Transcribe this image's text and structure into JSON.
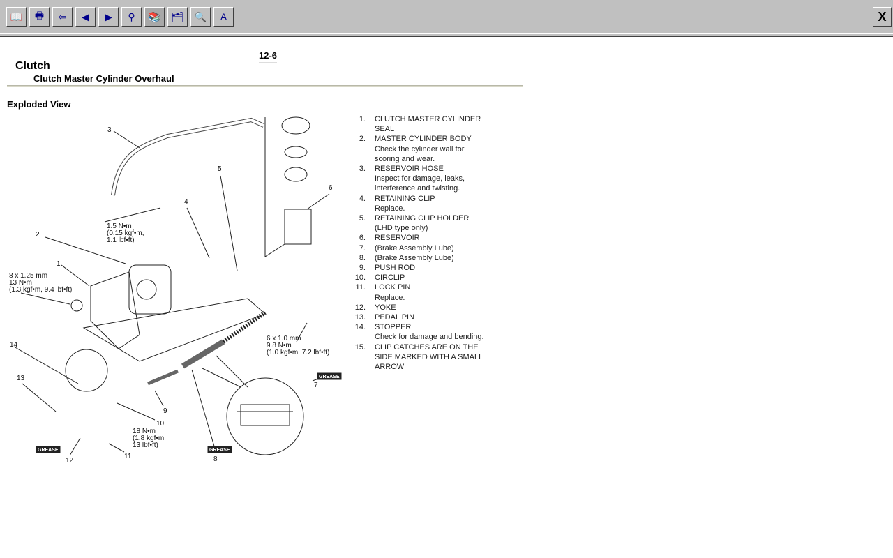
{
  "toolbar": {
    "buttons": [
      {
        "name": "contents-book-icon",
        "glyph": "📖"
      },
      {
        "name": "print-icon",
        "glyph": "🖶"
      },
      {
        "name": "back-folder-icon",
        "glyph": "⇦"
      },
      {
        "name": "previous-page-icon",
        "glyph": "◀"
      },
      {
        "name": "next-page-icon",
        "glyph": "▶"
      },
      {
        "name": "binoculars-find-icon",
        "glyph": "⚲"
      },
      {
        "name": "manual-book-icon",
        "glyph": "📚"
      },
      {
        "name": "stack-icon",
        "glyph": "🗂"
      },
      {
        "name": "document-search-icon",
        "glyph": "🔍"
      },
      {
        "name": "index-icon",
        "glyph": "A"
      }
    ],
    "close": "X"
  },
  "page": {
    "number": "12-6",
    "title": "Clutch",
    "subtitle": "Clutch Master Cylinder Overhaul",
    "section": "Exploded View"
  },
  "legend": [
    {
      "n": "1.",
      "lines": [
        "CLUTCH MASTER CYLINDER",
        "SEAL"
      ]
    },
    {
      "n": "2.",
      "lines": [
        "MASTER CYLINDER BODY",
        "Check the cylinder wall for",
        "scoring and wear."
      ]
    },
    {
      "n": "3.",
      "lines": [
        "RESERVOIR HOSE",
        "Inspect for damage, leaks,",
        "interference and twisting."
      ]
    },
    {
      "n": "4.",
      "lines": [
        "RETAINING CLIP",
        "Replace."
      ]
    },
    {
      "n": "5.",
      "lines": [
        "RETAINING CLIP HOLDER",
        "(LHD type only)"
      ]
    },
    {
      "n": "6.",
      "lines": [
        "RESERVOIR"
      ]
    },
    {
      "n": "7.",
      "lines": [
        "(Brake Assembly Lube)"
      ]
    },
    {
      "n": "8.",
      "lines": [
        "(Brake Assembly Lube)"
      ]
    },
    {
      "n": "9.",
      "lines": [
        "PUSH ROD"
      ]
    },
    {
      "n": "10.",
      "lines": [
        "CIRCLIP"
      ]
    },
    {
      "n": "11.",
      "lines": [
        "LOCK PIN",
        "Replace."
      ]
    },
    {
      "n": "12.",
      "lines": [
        "YOKE"
      ]
    },
    {
      "n": "13.",
      "lines": [
        "PEDAL PIN"
      ]
    },
    {
      "n": "14.",
      "lines": [
        "STOPPER",
        "Check for damage and bending."
      ]
    },
    {
      "n": "15.",
      "lines": [
        "CLIP CATCHES ARE ON THE",
        "SIDE MARKED WITH A SMALL",
        "ARROW"
      ]
    }
  ],
  "diagram": {
    "callouts": [
      "3",
      "5",
      "4",
      "6",
      "2",
      "1",
      "14",
      "13",
      "9",
      "10",
      "11",
      "12",
      "8",
      "7"
    ],
    "torques": [
      "1.5 N•m\n(0.15 kgf•m,\n1.1 lbf•ft)",
      "8 x 1.25 mm\n13 N•m\n(1.3 kgf•m, 9.4 lbf•ft)",
      "6 x 1.0 mm\n9.8 N•m\n(1.0 kgf•m, 7.2 lbf•ft)",
      "18 N•m\n(1.8 kgf•m,\n13 lbf•ft)"
    ],
    "grease": "GREASE"
  }
}
